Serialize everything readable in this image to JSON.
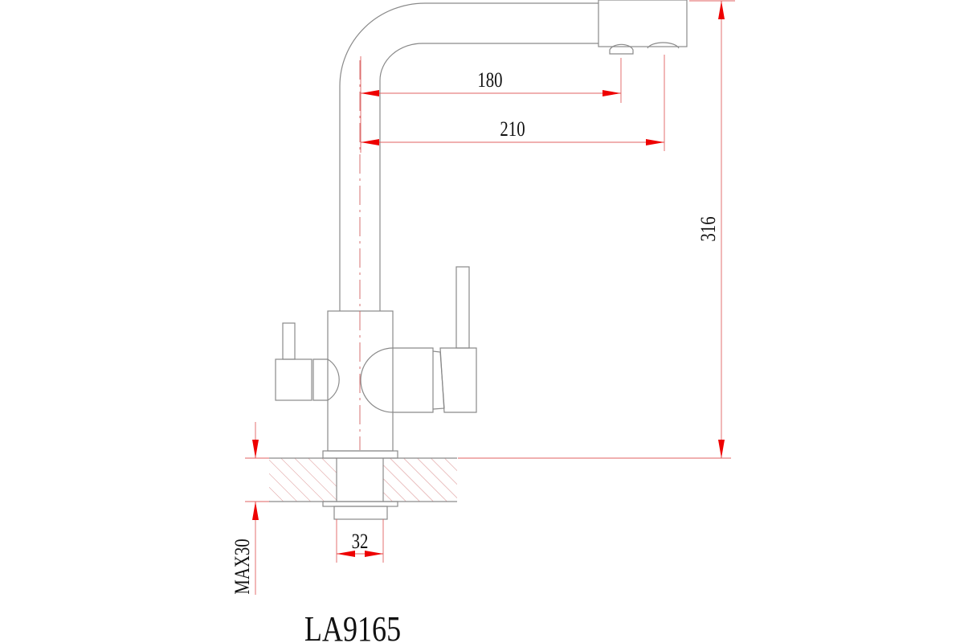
{
  "drawing": {
    "model": "LA9165",
    "dimensions": {
      "reach_inner": "180",
      "reach_outer": "210",
      "height": "316",
      "hole_diameter": "32",
      "max_countertop": "MAX30"
    },
    "colors": {
      "outline": "#8a8a8a",
      "dimension": "#ee0000",
      "hatch": "#d07070"
    }
  }
}
